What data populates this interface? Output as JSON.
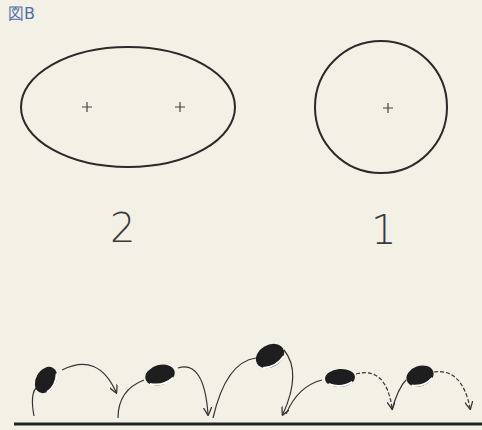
{
  "diagram": {
    "title": "図B",
    "labels": [
      "2",
      "1"
    ]
  }
}
